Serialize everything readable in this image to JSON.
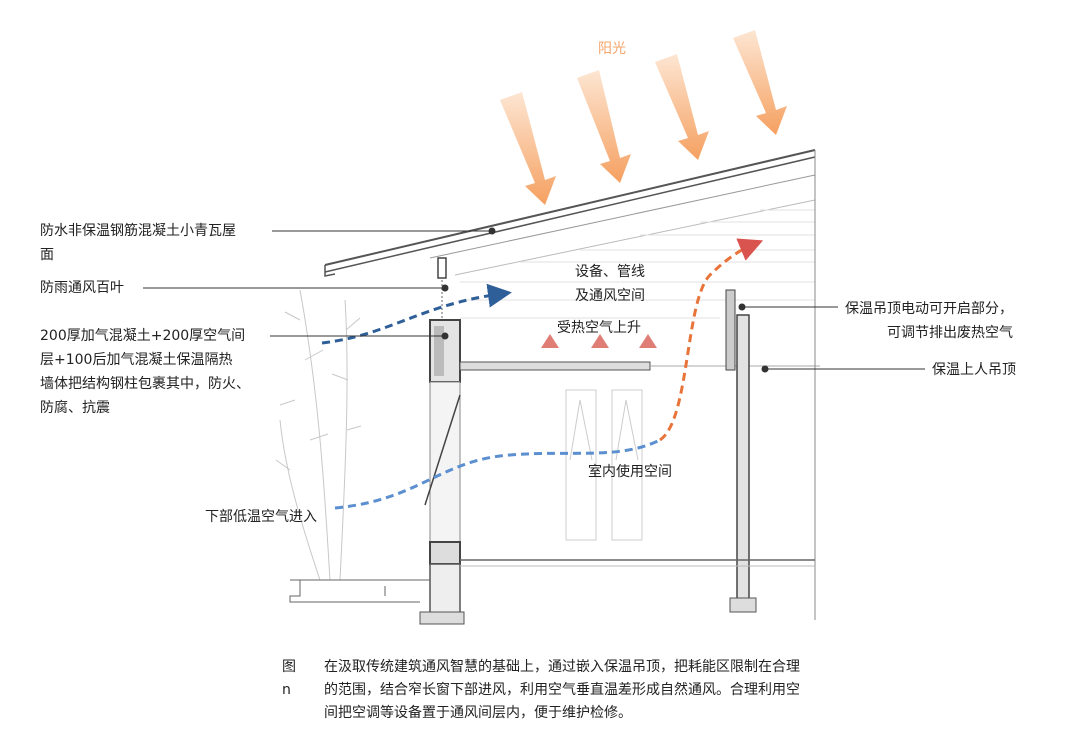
{
  "sun_label": "阳光",
  "labels": {
    "roof": [
      "防水非保温钢筋混凝土小青瓦屋",
      "面"
    ],
    "louver": "防雨通风百叶",
    "wall": [
      "200厚加气混凝土+200厚空气间",
      "层+100后加气混凝土保温隔热",
      "墙体把结构钢柱包裹其中，防火、",
      "防腐、抗震"
    ],
    "equipment_space": [
      "设备、管线",
      "及通风空间"
    ],
    "hot_air_rise": "受热空气上升",
    "indoor_space": "室内使用空间",
    "cool_air_in": "下部低温空气进入",
    "openable_ceiling": [
      "保温吊顶电动可开启部分，",
      "可调节排出废热空气"
    ],
    "ceiling": "保温上人吊顶"
  },
  "caption": {
    "figure": "图n",
    "text": "在汲取传统建筑通风智慧的基础上，通过嵌入保温吊顶，把耗能区限制在合理的范围，结合窄长窗下部进风，利用空气垂直温差形成自然通风。合理利用空间把空调等设备置于通风间层内，便于维护检修。"
  },
  "colors": {
    "sun": "#f5a46a",
    "cool_air": "#2f5f99",
    "warm_air": "#e8743a",
    "hot_air": "#e88a80"
  }
}
